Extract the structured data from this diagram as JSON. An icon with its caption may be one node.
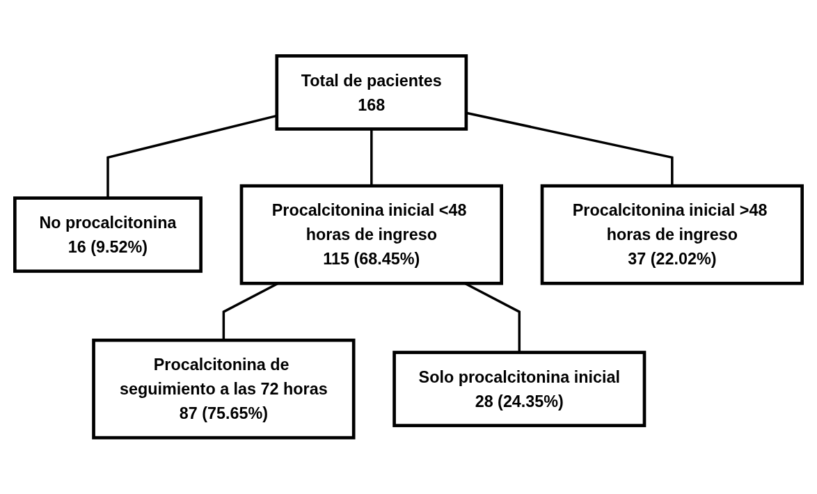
{
  "diagram": {
    "nodes": [
      {
        "text": [
          "Total de pacientes",
          "168"
        ]
      },
      {
        "text": [
          "No procalcitonina",
          "16 (9.52%)"
        ]
      },
      {
        "text": [
          "Procalcitonina inicial <48 horas de ingreso",
          "115 (68.45%)"
        ]
      },
      {
        "text": [
          "Procalcitonina inicial >48 horas de ingreso",
          "37 (22.02%)"
        ]
      },
      {
        "text": [
          "Procalcitonina de seguimiento a las 72 horas",
          "87 (75.65%)"
        ]
      },
      {
        "text": [
          "Solo procalcitonina inicial",
          "28 (24.35%)"
        ]
      }
    ],
    "edges": [
      {
        "from": 0,
        "to": 1,
        "arrow": "none"
      },
      {
        "from": 0,
        "to": 2,
        "arrow": "none"
      },
      {
        "from": 0,
        "to": 3,
        "arrow": "none"
      },
      {
        "from": 2,
        "to": 4,
        "arrow": "none"
      },
      {
        "from": 2,
        "to": 5,
        "arrow": "none"
      }
    ]
  }
}
